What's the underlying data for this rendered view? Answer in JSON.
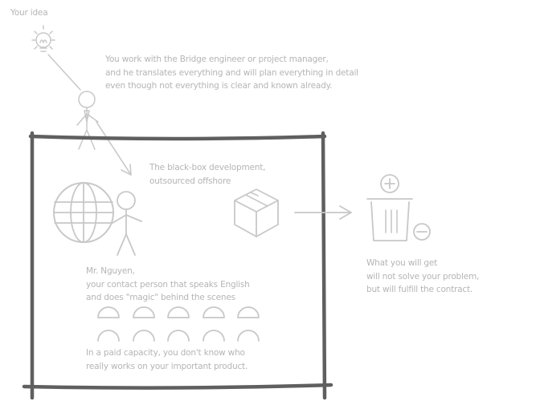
{
  "labels": {
    "your_idea": "Your idea",
    "intro": [
      "You work with the Bridge engineer or project manager,",
      "and he translates everything and will plan everything in detail",
      "even though not everything is clear and known already."
    ],
    "blackbox": [
      "The black-box development,",
      "outsourced offshore"
    ],
    "contact": [
      "Mr. Nguyen,",
      "your contact person that speaks English",
      "and does \"magic\" behind the scenes"
    ],
    "paid": [
      "In a paid capacity, you don't know who",
      "really works on your important product."
    ],
    "result": [
      "What you will get",
      "will not solve your problem,",
      "but will fulfill the contract."
    ]
  },
  "colors": {
    "text": "#b5b5b5",
    "frame": "#5f5f5f",
    "sketch": "#c8c8c8"
  },
  "icons": [
    "lightbulb-icon",
    "stick-figure-client",
    "globe-icon",
    "stick-figure-contact",
    "box-icon",
    "trash-can-icon",
    "plus-circle-icon",
    "minus-circle-icon",
    "workers-icon"
  ]
}
